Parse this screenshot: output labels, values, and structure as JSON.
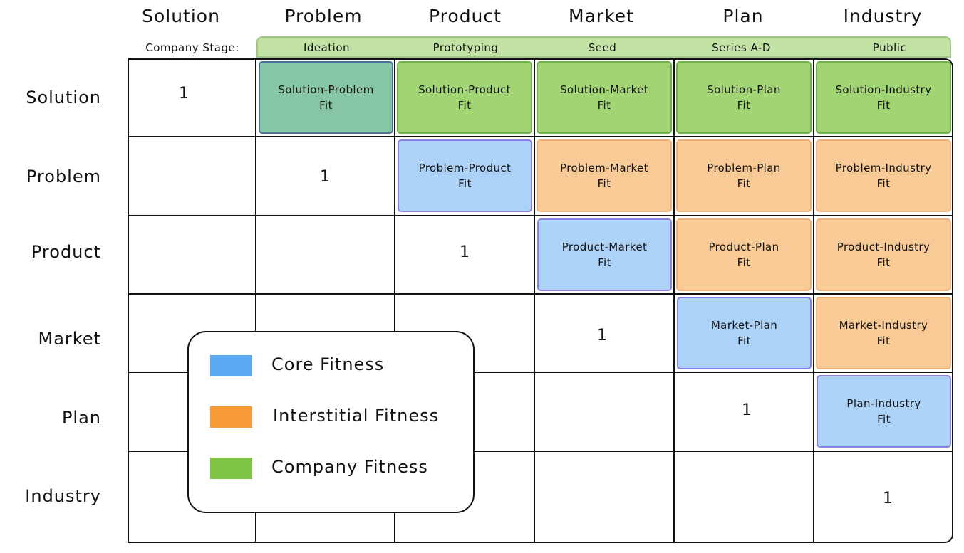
{
  "columns": [
    "Solution",
    "Problem",
    "Product",
    "Market",
    "Plan",
    "Industry"
  ],
  "rows": [
    "Solution",
    "Problem",
    "Product",
    "Market",
    "Plan",
    "Industry"
  ],
  "stage_label": "Company Stage:",
  "stages": [
    "Ideation",
    "Prototyping",
    "Seed",
    "Series A-D",
    "Public"
  ],
  "diagonal_value": "1",
  "cells": {
    "solution_problem": [
      "Solution-Problem",
      "Fit"
    ],
    "solution_product": [
      "Solution-Product",
      "Fit"
    ],
    "solution_market": [
      "Solution-Market",
      "Fit"
    ],
    "solution_plan": [
      "Solution-Plan",
      "Fit"
    ],
    "solution_industry": [
      "Solution-Industry",
      "Fit"
    ],
    "problem_product": [
      "Problem-Product",
      "Fit"
    ],
    "problem_market": [
      "Problem-Market",
      "Fit"
    ],
    "problem_plan": [
      "Problem-Plan",
      "Fit"
    ],
    "problem_industry": [
      "Problem-Industry",
      "Fit"
    ],
    "product_market": [
      "Product-Market",
      "Fit"
    ],
    "product_plan": [
      "Product-Plan",
      "Fit"
    ],
    "product_industry": [
      "Product-Industry",
      "Fit"
    ],
    "market_plan": [
      "Market-Plan",
      "Fit"
    ],
    "market_industry": [
      "Market-Industry",
      "Fit"
    ],
    "plan_industry": [
      "Plan-Industry",
      "Fit"
    ]
  },
  "legend": [
    {
      "label": "Core Fitness",
      "color": "#5aabf4"
    },
    {
      "label": "Interstitial Fitness",
      "color": "#f79937"
    },
    {
      "label": "Company Fitness",
      "color": "#7fc443"
    }
  ],
  "colors": {
    "core_fill": "#acd3f7",
    "interstitial_fill": "#f8ca95",
    "company_fill": "#a1d573",
    "solution_problem_fill": "#86c6a5",
    "stage_bar": "#c2e2a4"
  }
}
